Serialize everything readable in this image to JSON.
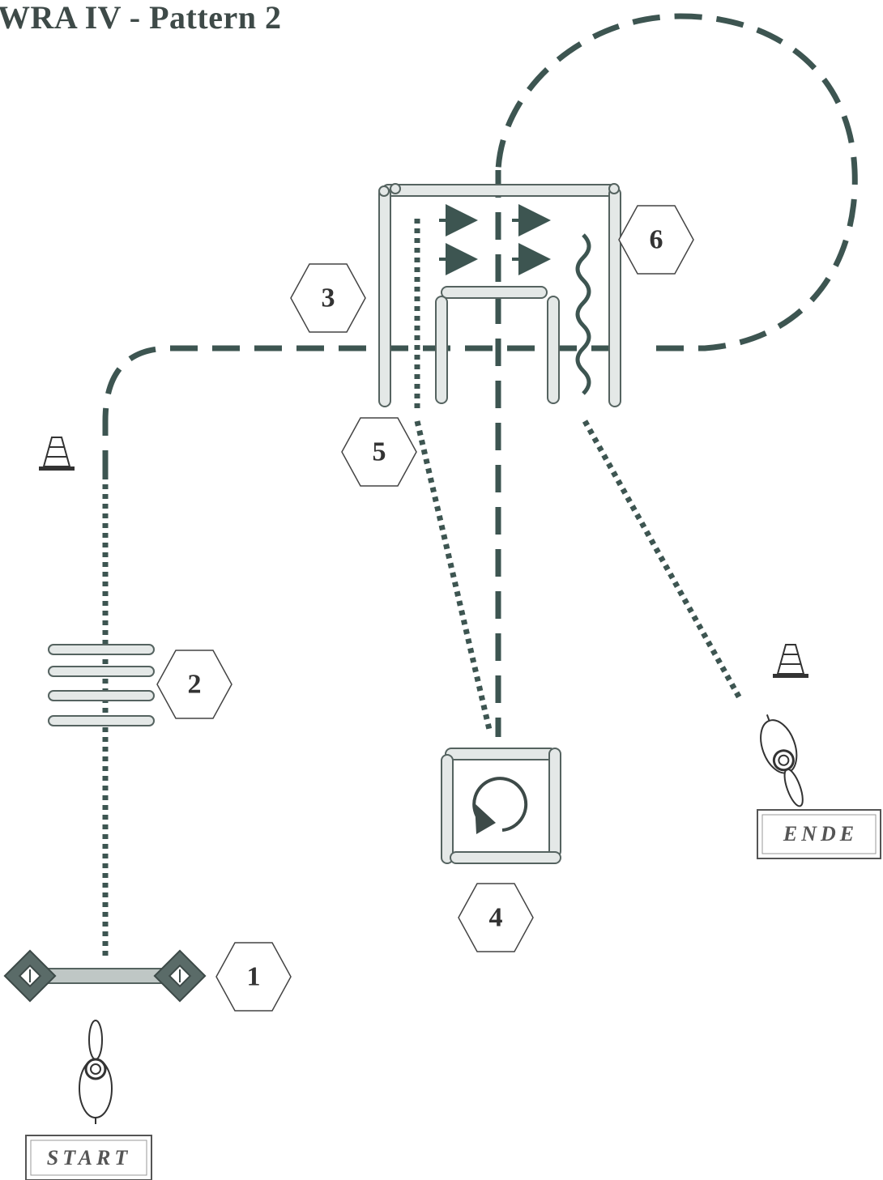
{
  "title": "WRA IV - Pattern 2",
  "colors": {
    "path": "#3d5551",
    "pole_fill": "#e4e8e7",
    "pole_stroke": "#556360",
    "hex_stroke": "#444444",
    "text": "#333333"
  },
  "obstacles": [
    {
      "number": "1",
      "label": "1"
    },
    {
      "number": "2",
      "label": "2"
    },
    {
      "number": "3",
      "label": "3"
    },
    {
      "number": "4",
      "label": "4"
    },
    {
      "number": "5",
      "label": "5"
    },
    {
      "number": "6",
      "label": "6"
    }
  ],
  "start_label": "START",
  "end_label": "ENDE",
  "icons": [
    "cone-icon",
    "horse-icon",
    "rotation-arrow-icon",
    "direction-arrow-icon",
    "rope-curtain-icon",
    "gate-icon"
  ]
}
